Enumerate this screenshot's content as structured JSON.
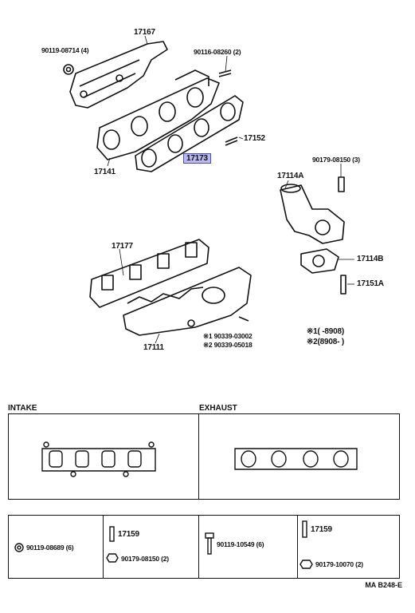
{
  "labels": {
    "p17167": "17167",
    "p90119_08714": "90119-08714 (4)",
    "p90116_08260": "90116-08260 (2)",
    "p17152": "17152",
    "p17173": "17173",
    "p17141": "17141",
    "p90179_08150_3": "90179-08150 (3)",
    "p17114A": "17114A",
    "p17114B": "17114B",
    "p17151A": "17151A",
    "p17177": "17177",
    "p17111": "17111",
    "note1_part": "※1 90339-03002",
    "note2_part": "※2 90339-05018",
    "legend1": "※1(      -8908)",
    "legend2": "※2(8908-      )"
  },
  "sections": {
    "intake": "INTAKE",
    "exhaust": "EXHAUST"
  },
  "hardware": {
    "h1": "90119-08689 (6)",
    "h2_top": "17159",
    "h2_bot": "90179-08150 (2)",
    "h3": "90119-10549 (6)",
    "h4_top": "17159",
    "h4_bot": "90179-10070 (2)"
  },
  "footer": {
    "code": "MA B248-E"
  },
  "colors": {
    "highlight": "#b9b9f0",
    "ink": "#111111"
  }
}
